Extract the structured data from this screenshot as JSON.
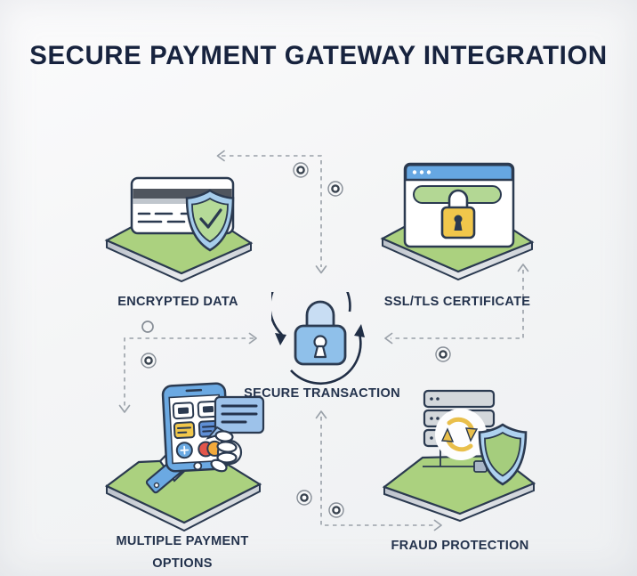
{
  "title": "SECURE PAYMENT GATEWAY INTEGRATION",
  "nodes": [
    {
      "id": "encrypted-data",
      "label": "ENCRYPTED DATA",
      "icon": "credit-card-shield-icon"
    },
    {
      "id": "ssl-tls-certificate",
      "label": "SSL/TLS CERTIFICATE",
      "icon": "browser-padlock-icon"
    },
    {
      "id": "secure-transaction",
      "label": "SECURE TRANSACTION",
      "icon": "padlock-cycle-icon"
    },
    {
      "id": "multiple-payment-options",
      "label": "MULTIPLE PAYMENT OPTIONS",
      "icon": "hand-phone-payment-icon"
    },
    {
      "id": "fraud-protection",
      "label": "FRAUD PROTECTION",
      "icon": "server-shield-sync-icon"
    }
  ],
  "palette": {
    "background": "#f4f5f6",
    "outline_navy": "#2b3a50",
    "title_navy": "#17233e",
    "label_navy": "#24334d",
    "platform_green": "#abd17f",
    "pill_green": "#b4d893",
    "platform_side_gray": "#c6cbd3",
    "primary_blue": "#6aa9e2",
    "light_blue": "#a9cdee",
    "lock_blue": "#8fc0ea",
    "gold": "#f1c74b",
    "server_gray": "#d3d7db",
    "card_red": "#e2564b",
    "card_orange": "#f2a93b",
    "dash_gray": "#9aa1a9"
  }
}
